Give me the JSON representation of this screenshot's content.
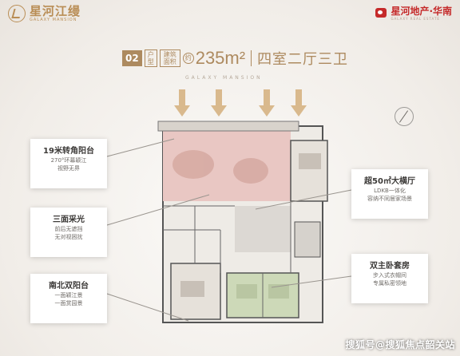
{
  "header": {
    "left_logo_main": "星河江缦",
    "left_logo_sub": "GALAXY MANSION",
    "right_logo_main": "星河地产·华南",
    "right_logo_sub": "GALAXY REAL ESTATE"
  },
  "title": {
    "unit_no": "02",
    "unit_type": "户型",
    "area_label": "建筑面积",
    "approx": "约",
    "area": "235m²",
    "layout": "四室二厅三卫",
    "mansion": "GALAXY MANSION"
  },
  "callouts": [
    {
      "title": "19米转角阳台",
      "lines": [
        "270°环幕颖江",
        "视野无界"
      ]
    },
    {
      "title": "三面采光",
      "lines": [
        "前后无遮挡",
        "无对视困扰"
      ]
    },
    {
      "title": "南北双阳台",
      "lines": [
        "一面颖江景",
        "一面赏园景"
      ]
    },
    {
      "title": "超50㎡大横厅",
      "lines": [
        "LDKB一体化",
        "容纳不同居家场景"
      ]
    },
    {
      "title": "双主卧套房",
      "lines": [
        "步入式衣帽间",
        "专属私密领地"
      ]
    }
  ],
  "watermark": "搜狐号@搜狐焦点韶关站",
  "colors": {
    "gold": "#ad8a5f",
    "living_zone": "#e9c7c3",
    "bedroom_zone": "#cdd9b8",
    "brand_red": "#c52a2a"
  }
}
